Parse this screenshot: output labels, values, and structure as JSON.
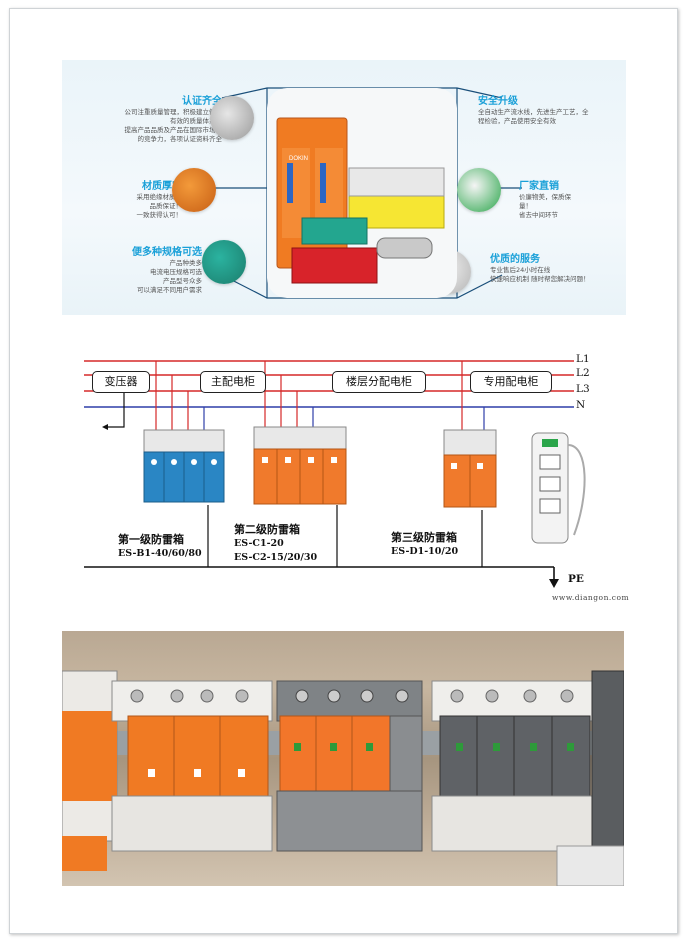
{
  "panel1": {
    "features": [
      {
        "title": "认证齐全",
        "desc": "公司注重质量管理，积极建立健全\n有效的质量体系，\n提高产品品质及产品在国际市场上\n的竞争力，各项认证资料齐全"
      },
      {
        "title": "材质厚实",
        "desc": "采用绝缘材质，\n品质保证！\n一致获得认可！"
      },
      {
        "title": "便多种规格可选",
        "desc": "产品种类多\n电流电压规格可选\n产品型号众多\n可以满足不同用户需求"
      },
      {
        "title": "安全升级",
        "desc": "全自动生产流水线，先进生产工艺，全\n程检验，产品使用安全有效"
      },
      {
        "title": "厂家直销",
        "desc": "价廉物美，保质保\n量！\n省去中间环节"
      },
      {
        "title": "优质的服务",
        "desc": "专业售后24小时在线\n快速响应机制 随时帮您解决问题！"
      }
    ],
    "product_label": "DOKIN"
  },
  "panel2": {
    "lines": [
      "L1",
      "L2",
      "L3",
      "N"
    ],
    "boxes": [
      "变压器",
      "主配电柜",
      "楼层分配电柜",
      "专用配电柜"
    ],
    "tiers": [
      {
        "name": "第一级防雷箱",
        "models": [
          "ES-B1-40/60/80"
        ]
      },
      {
        "name": "第二级防雷箱",
        "models": [
          "ES-C1-20",
          "ES-C2-15/20/30"
        ]
      },
      {
        "name": "第三级防雷箱",
        "models": [
          "ES-D1-10/20"
        ]
      }
    ],
    "pe_label": "PE",
    "watermark": "www.diangon.com",
    "colors": {
      "l1": "#d62828",
      "l2": "#d62828",
      "l3": "#d62828",
      "n": "#2f3ea8",
      "tier1": "#2a86c4",
      "tier2": "#f07a2c",
      "tier3": "#f07a2c"
    }
  },
  "panel3": {
    "module_colors": {
      "left": "#f07a23",
      "middle": "#f2762a",
      "right": "#5f6266"
    }
  }
}
